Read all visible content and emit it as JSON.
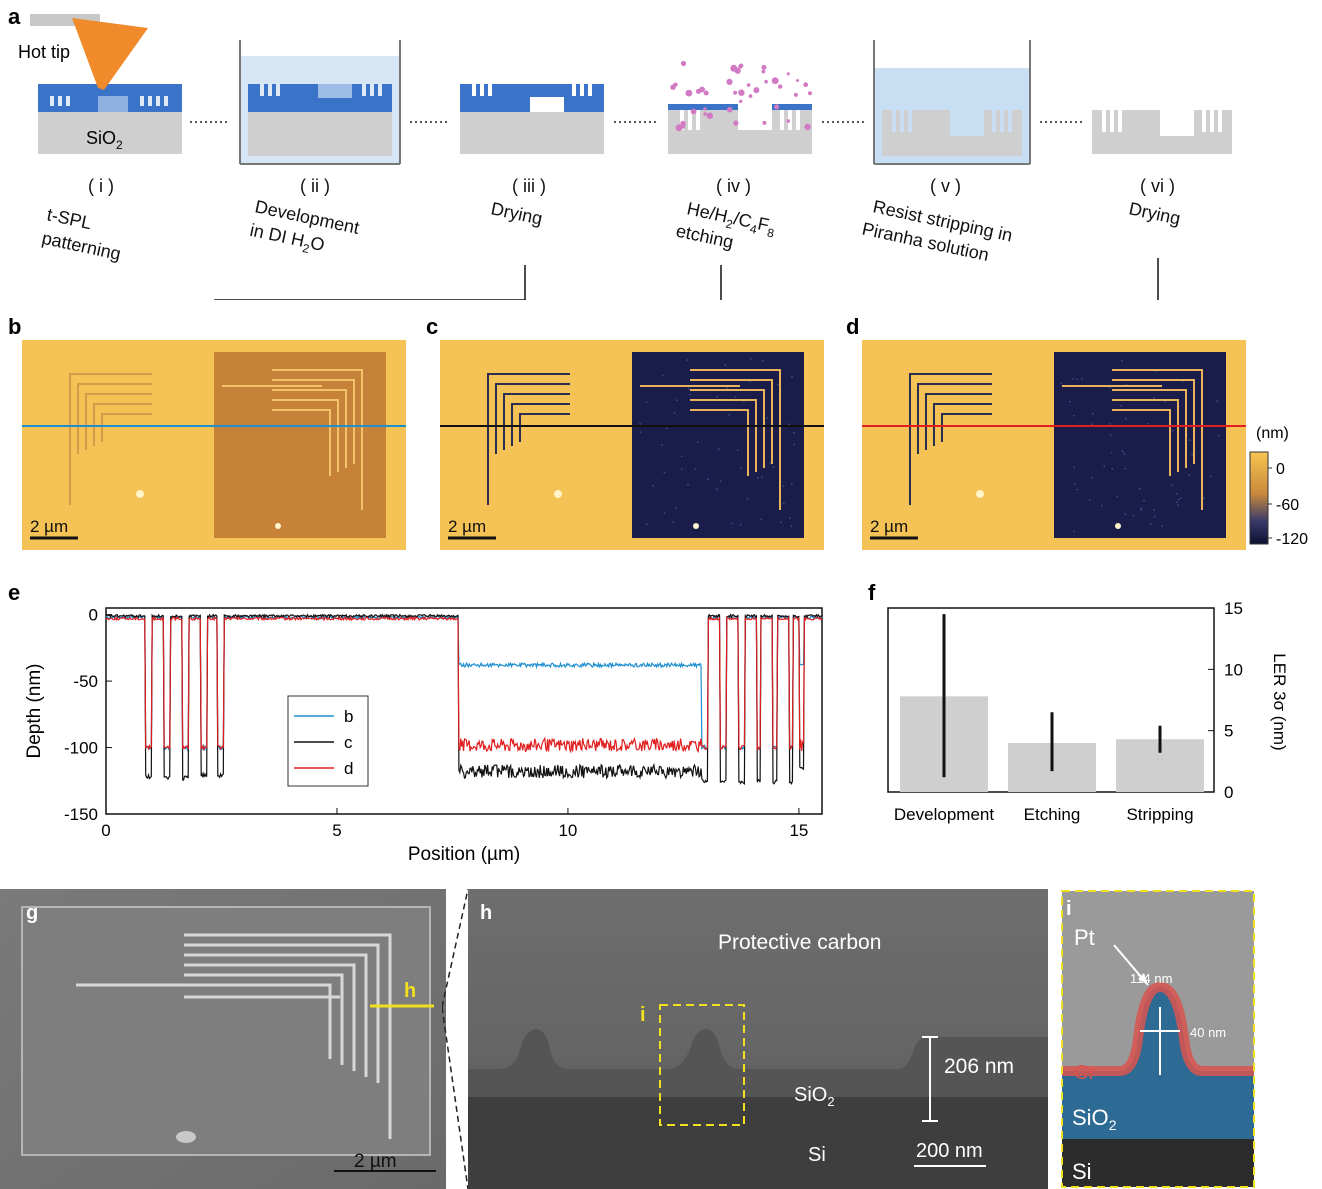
{
  "panel_labels": {
    "a": "a",
    "b": "b",
    "c": "c",
    "d": "d",
    "e": "e",
    "f": "f",
    "g": "g",
    "h": "h",
    "i": "i"
  },
  "schematic": {
    "hot_tip_label": "Hot tip",
    "substrate_label": "SiO",
    "substrate_sub": "2",
    "steps": [
      {
        "num": "( i )",
        "line1": "t-SPL",
        "line2": "patterning"
      },
      {
        "num": "( ii )",
        "line1": "Development",
        "line2": "in DI H",
        "line2_sub": "2",
        "line2_end": "O"
      },
      {
        "num": "( iii )",
        "line1": "Drying",
        "line2": ""
      },
      {
        "num": "( iv )",
        "line1": "He/H",
        "line1_sub1": "2",
        "line1_mid": "/C",
        "line1_sub2": "4",
        "line1_mid2": "F",
        "line1_sub3": "8",
        "line2": "etching"
      },
      {
        "num": "( v )",
        "line1": "Resist stripping in",
        "line2": "Piranha solution"
      },
      {
        "num": "( vi )",
        "line1": "Drying",
        "line2": ""
      }
    ]
  },
  "afm": {
    "scalebar_label": "2 µm",
    "colorbar": {
      "unit": "(nm)",
      "ticks": [
        "0",
        "-60",
        "-120"
      ],
      "colors": {
        "high": "#f7c451",
        "mid": "#c98a3c",
        "low": "#0b1030"
      }
    },
    "profile_line_colors": {
      "b": "#1f8fd0",
      "c": "#111111",
      "d": "#e02020"
    }
  },
  "chart_data": [
    {
      "type": "line",
      "xlabel": "Position (µm)",
      "ylabel": "Depth (nm)",
      "xlim": [
        0,
        15.5
      ],
      "ylim": [
        -150,
        5
      ],
      "xticks": [
        "0",
        "5",
        "10",
        "15"
      ],
      "yticks": [
        "0",
        "-50",
        "-100",
        "-150"
      ],
      "legend_position": "center",
      "series": [
        {
          "name": "b",
          "color": "#1f8fd0",
          "surface": -2,
          "trench_depths": [
            -100,
            -100,
            -100,
            -100
          ],
          "pad_depth": -38,
          "right_trench_depths": [
            -100,
            -100,
            -100,
            -100,
            -100,
            -100
          ]
        },
        {
          "name": "c",
          "color": "#111111",
          "surface": -1,
          "trench_depths": [
            -122,
            -123,
            -123,
            -121
          ],
          "pad_depth": -118,
          "right_trench_depths": [
            -125,
            -125,
            -126,
            -125,
            -126,
            -126
          ]
        },
        {
          "name": "d",
          "color": "#e02020",
          "surface": -3,
          "trench_depths": [
            -100,
            -100,
            -100,
            -100
          ],
          "pad_depth": -98,
          "right_trench_depths": [
            -100,
            -100,
            -100,
            -100,
            -100,
            -100
          ]
        }
      ]
    },
    {
      "type": "bar",
      "categories": [
        "Development",
        "Etching",
        "Stripping"
      ],
      "values": [
        7.8,
        4.0,
        4.3
      ],
      "error_low": [
        1.2,
        1.7,
        3.2
      ],
      "error_high": [
        14.5,
        6.5,
        5.4
      ],
      "ylabel": "LER 3σ (nm)",
      "ylim": [
        0,
        15
      ],
      "yticks": [
        "0",
        "5",
        "10",
        "15"
      ],
      "bar_color": "#cfcfcf"
    }
  ],
  "sem": {
    "g_scalebar": "2 µm",
    "g_marker": "h",
    "h_labels": {
      "carbon": "Protective carbon",
      "sio2": "SiO",
      "sio2_sub": "2",
      "si": "Si",
      "height": "206 nm",
      "scalebar": "200 nm",
      "marker": "i"
    },
    "i_labels": {
      "pt": "Pt",
      "width": "114 nm",
      "radius": "40 nm",
      "cr": "Cr",
      "sio2": "SiO",
      "sio2_sub": "2",
      "si": "Si"
    }
  }
}
